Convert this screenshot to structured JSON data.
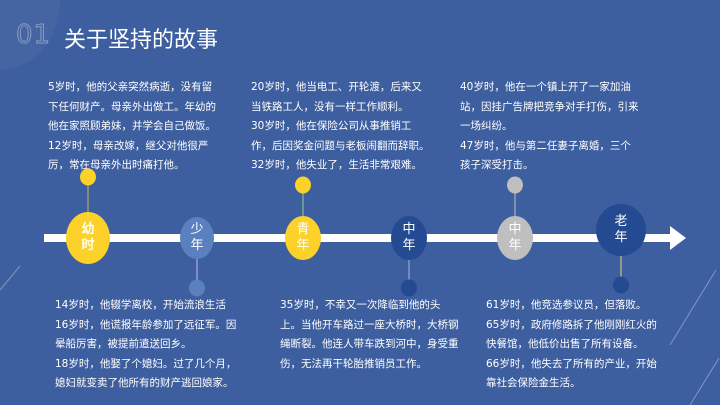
{
  "header": {
    "number": "01",
    "title": "关于坚持的故事"
  },
  "colors": {
    "background": "#3e5f9f",
    "yellow": "#fbd12a",
    "light_blue": "#5a80c0",
    "dark_blue": "#244a92",
    "grey": "#bfbfbf"
  },
  "top_texts": [
    "5岁时，他的父亲突然病逝，没有留下任何财产。母亲外出做工。年幼的他在家照顾弟妹，并学会自己做饭。12岁时，母亲改嫁，继父对他很严厉，常在母亲外出时痛打他。",
    "20岁时，他当电工、开轮渡，后来又当铁路工人，没有一样工作顺利。\n30岁时，他在保险公司从事推销工作，后因奖金问题与老板闹翻而辞职。\n32岁时，他失业了，生活非常艰难。",
    "40岁时，他在一个镇上开了一家加油站，因挂广告牌把竞争对手打伤，引来一场纠纷。\n47岁时，他与第二任妻子离婚，三个孩子深受打击。"
  ],
  "bottom_texts": [
    "14岁时，他辍学离校，开始流浪生活\n16岁时，他谎报年龄参加了远征军。因晕船厉害，被提前遣送回乡。\n18岁时，他娶了个媳妇。过了几个月，媳妇就变卖了他所有的财产逃回娘家。",
    "35岁时，不幸又一次降临到他的头上。当他开车路过一座大桥时，大桥钢绳断裂。他连人带车跌到河中，身受重伤，无法再干轮胎推销员工作。",
    "61岁时，他竞选参议员，但落败。\n65岁时，政府修路拆了他刚刚红火的快餐馆，他低价出售了所有设备。\n66岁时，他失去了所有的产业，开始靠社会保险金生活。"
  ],
  "stages": [
    {
      "label": "幼时",
      "color": "#fbd12a"
    },
    {
      "label": "少年",
      "color": "#5a80c0"
    },
    {
      "label": "青年",
      "color": "#fbd12a"
    },
    {
      "label": "中年",
      "color": "#244a92"
    },
    {
      "label": "中年",
      "color": "#bfbfbf"
    },
    {
      "label": "老年",
      "color": "#244a92"
    }
  ]
}
